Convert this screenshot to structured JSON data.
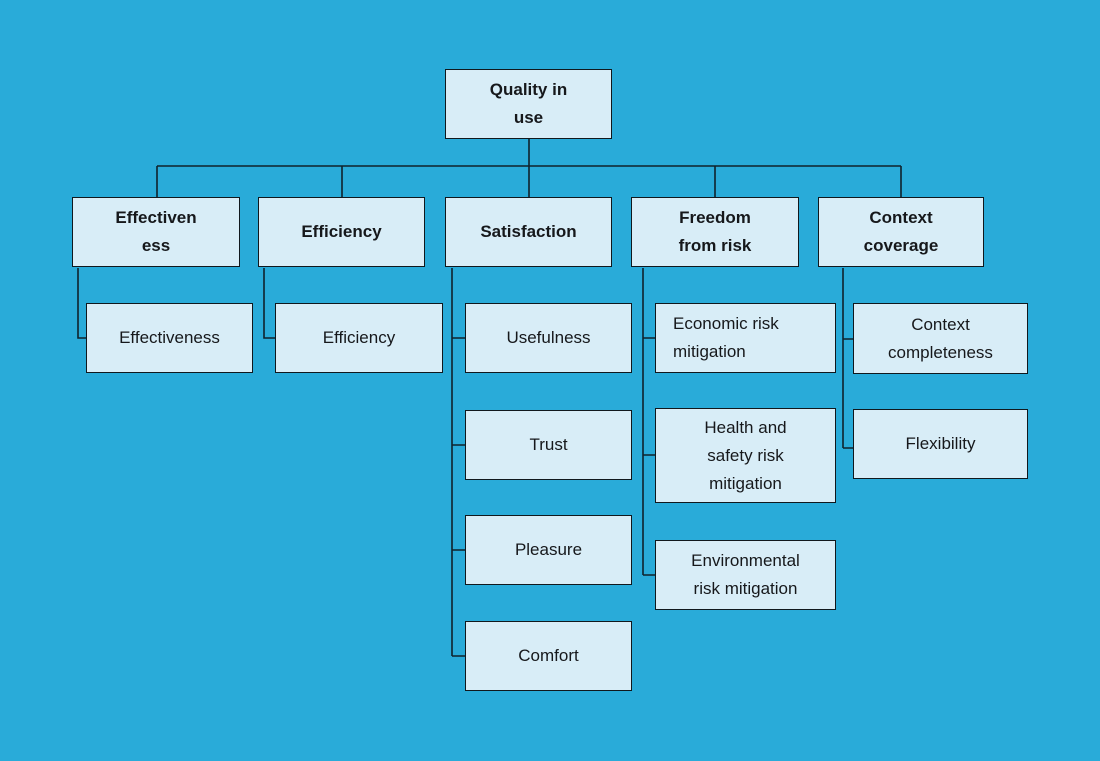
{
  "colors": {
    "background": "#29ABD9",
    "node_fill": "#D8EDF7",
    "node_border": "#10181D",
    "connector": "#10222B",
    "text": "#16181B"
  },
  "tree": {
    "root": {
      "label": "Quality in\nuse"
    },
    "branches": [
      {
        "label": "Effectiven\ness",
        "children": [
          "Effectiveness"
        ]
      },
      {
        "label": "Efficiency",
        "children": [
          "Efficiency"
        ]
      },
      {
        "label": "Satisfaction",
        "children": [
          "Usefulness",
          "Trust",
          "Pleasure",
          "Comfort"
        ]
      },
      {
        "label": "Freedom\nfrom risk",
        "children": [
          "Economic risk\nmitigation",
          "Health and\nsafety risk\nmitigation",
          "Environmental\nrisk mitigation"
        ]
      },
      {
        "label": "Context\ncoverage",
        "children": [
          "Context\ncompleteness",
          "Flexibility"
        ]
      }
    ]
  }
}
